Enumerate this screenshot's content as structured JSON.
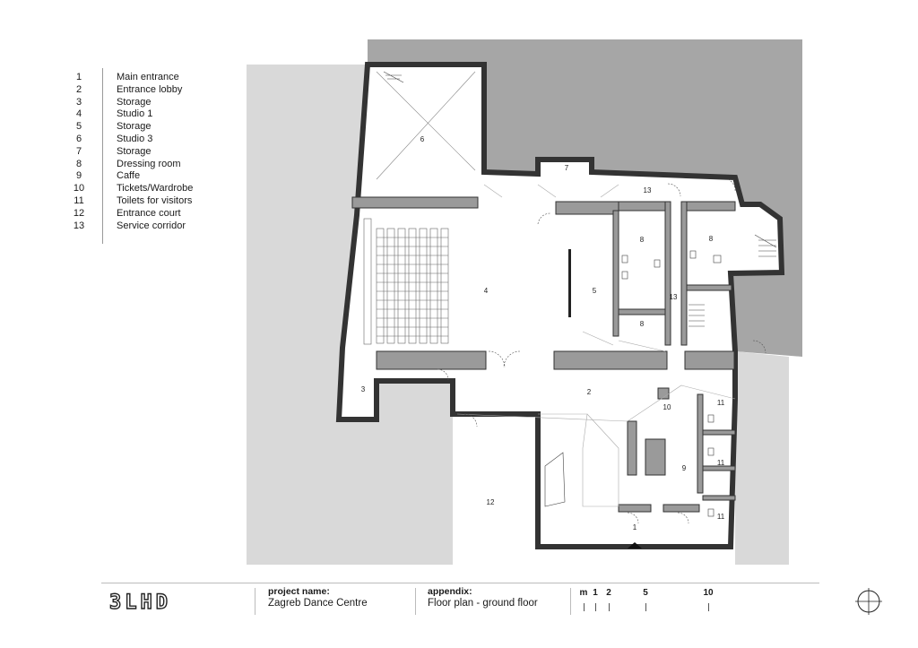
{
  "legend": {
    "items": [
      {
        "num": "1",
        "label": "Main entrance"
      },
      {
        "num": "2",
        "label": "Entrance lobby"
      },
      {
        "num": "3",
        "label": "Storage"
      },
      {
        "num": "4",
        "label": "Studio 1"
      },
      {
        "num": "5",
        "label": "Storage"
      },
      {
        "num": "6",
        "label": "Studio 3"
      },
      {
        "num": "7",
        "label": "Storage"
      },
      {
        "num": "8",
        "label": "Dressing room"
      },
      {
        "num": "9",
        "label": "Caffe"
      },
      {
        "num": "10",
        "label": "Tickets/Wardrobe"
      },
      {
        "num": "11",
        "label": "Toilets for visitors"
      },
      {
        "num": "12",
        "label": "Entrance court"
      },
      {
        "num": "13",
        "label": "Service corridor"
      }
    ]
  },
  "plan": {
    "room_labels": [
      "1",
      "2",
      "3",
      "4",
      "5",
      "6",
      "7",
      "8",
      "8",
      "8",
      "9",
      "10",
      "11",
      "11",
      "11",
      "12",
      "13",
      "13"
    ]
  },
  "title_block": {
    "logo": "3LHD",
    "project_label": "project name:",
    "project_value": "Zagreb Dance Centre",
    "appendix_label": "appendix:",
    "appendix_value": "Floor plan - ground floor",
    "scale_labels": [
      "m",
      "1",
      "2",
      "5",
      "10"
    ]
  },
  "colors": {
    "wall": "#9a9a9a",
    "neighbor_dark": "#a6a6a6",
    "neighbor_light": "#d9d9d9",
    "ink": "#1a1a1a"
  }
}
